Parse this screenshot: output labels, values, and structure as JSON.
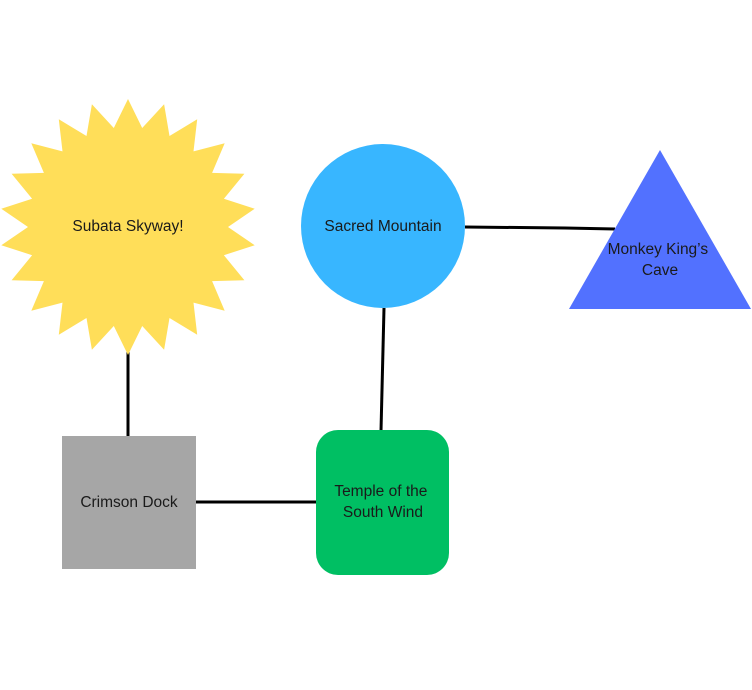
{
  "diagram": {
    "nodes": [
      {
        "id": "subata",
        "label_lines": [
          "Subata Skyway!"
        ],
        "shape": "starburst",
        "color": "#FFDE59"
      },
      {
        "id": "sacred",
        "label_lines": [
          "Sacred Mountain"
        ],
        "shape": "circle",
        "color": "#38B6FF"
      },
      {
        "id": "monkey",
        "label_lines": [
          "Monkey King’s",
          "Cave"
        ],
        "shape": "triangle",
        "color": "#5271FF"
      },
      {
        "id": "crimson",
        "label_lines": [
          "Crimson Dock"
        ],
        "shape": "square",
        "color": "#A6A6A6"
      },
      {
        "id": "temple",
        "label_lines": [
          "Temple of the",
          "South Wind"
        ],
        "shape": "rounded-rect",
        "color": "#00BF63"
      }
    ],
    "edges": [
      {
        "from": "subata",
        "to": "crimson"
      },
      {
        "from": "crimson",
        "to": "temple"
      },
      {
        "from": "temple",
        "to": "sacred"
      },
      {
        "from": "sacred",
        "to": "monkey"
      }
    ]
  }
}
